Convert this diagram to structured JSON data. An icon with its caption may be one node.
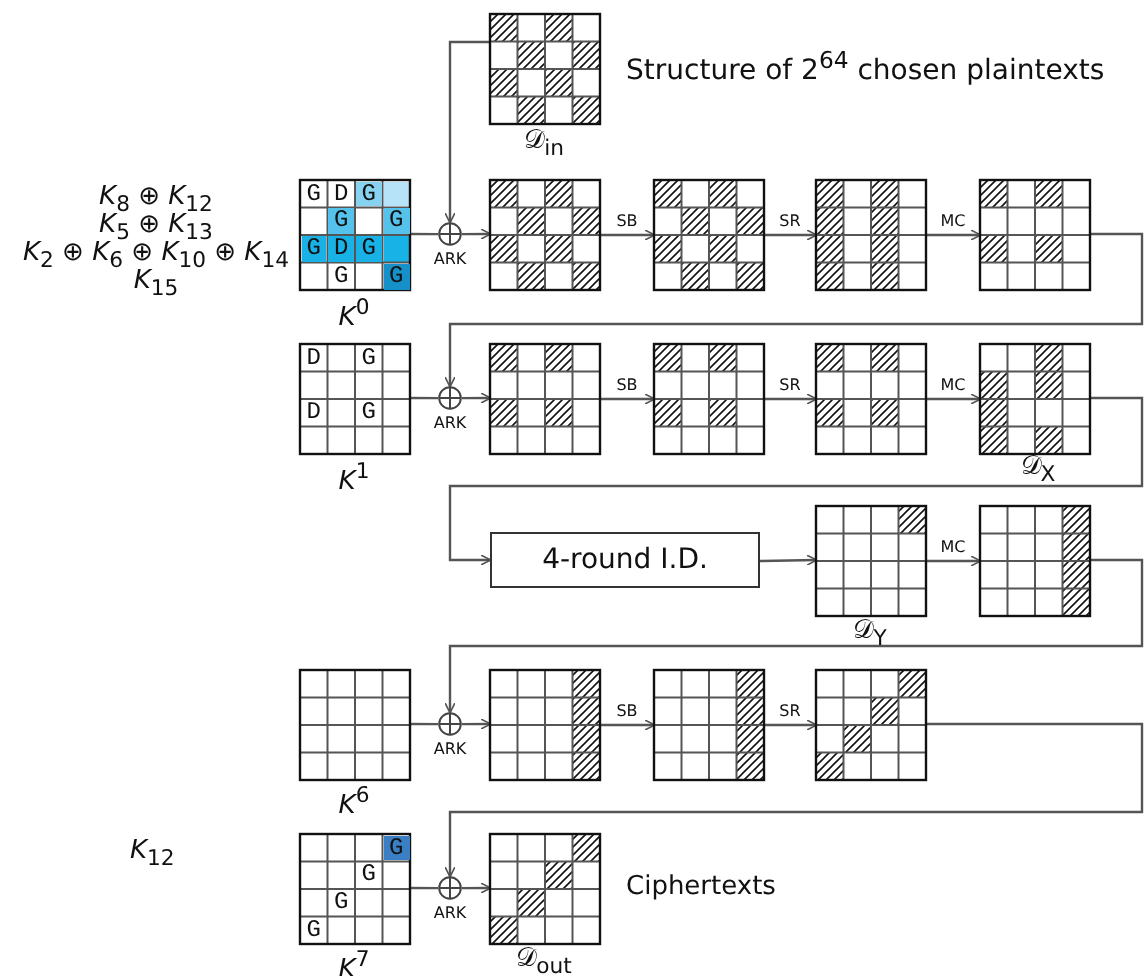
{
  "diagram": {
    "nodes": [
      {
        "text": [],
        "shape": "grid",
        "beside": [
          "𝒟$_{in}$"
        ]
      },
      {
        "text": [
          "G",
          "D",
          "G",
          "G",
          "G",
          "G",
          "D",
          "G",
          "G",
          "G"
        ],
        "beside": [
          "*K*$^{0}$"
        ]
      },
      {
        "text": [],
        "shape": "circle",
        "beside": [
          "ARK"
        ]
      },
      {
        "text": [],
        "shape": "grid"
      },
      {
        "text": [],
        "shape": "grid"
      },
      {
        "text": [],
        "shape": "grid"
      },
      {
        "text": [],
        "shape": "grid"
      },
      {
        "text": [
          "D",
          "G",
          "D",
          "G"
        ],
        "beside": [
          "*K*$^{1}$"
        ]
      },
      {
        "text": [],
        "shape": "circle",
        "beside": [
          "ARK"
        ]
      },
      {
        "text": [],
        "shape": "grid"
      },
      {
        "text": [],
        "shape": "grid"
      },
      {
        "text": [],
        "shape": "grid"
      },
      {
        "text": [],
        "shape": "grid",
        "beside": [
          "𝒟$_{X}$"
        ]
      },
      {
        "text": [
          "4-round I.D."
        ]
      },
      {
        "text": [],
        "shape": "grid",
        "beside": [
          "𝒟$_{Y}$"
        ]
      },
      {
        "text": [],
        "shape": "grid"
      },
      {
        "text": [],
        "shape": "grid",
        "beside": [
          "*K*$^{6}$"
        ]
      },
      {
        "text": [],
        "shape": "circle",
        "beside": [
          "ARK"
        ]
      },
      {
        "text": [],
        "shape": "grid"
      },
      {
        "text": [],
        "shape": "grid"
      },
      {
        "text": [],
        "shape": "grid"
      },
      {
        "text": [
          "G",
          "G",
          "G",
          "G"
        ],
        "beside": [
          "*K*$^{7}$"
        ]
      },
      {
        "text": [],
        "shape": "circle",
        "beside": [
          "ARK"
        ]
      },
      {
        "text": [],
        "shape": "grid",
        "beside": [
          "𝒟$_{out}$"
        ]
      }
    ],
    "edges": [
      {
        "from": 0,
        "to": 2,
        "arrow": "to"
      },
      {
        "from": 1,
        "to": 2,
        "arrow": "none"
      },
      {
        "from": 2,
        "to": 3,
        "arrow": "to"
      },
      {
        "from": 3,
        "to": 4,
        "arrow": "to",
        "label": "SB"
      },
      {
        "from": 4,
        "to": 5,
        "arrow": "to",
        "label": "SR"
      },
      {
        "from": 5,
        "to": 6,
        "arrow": "to",
        "label": "MC"
      },
      {
        "from": 6,
        "to": 8,
        "arrow": "to"
      },
      {
        "from": 7,
        "to": 8,
        "arrow": "none"
      },
      {
        "from": 8,
        "to": 9,
        "arrow": "to"
      },
      {
        "from": 9,
        "to": 10,
        "arrow": "to",
        "label": "SB"
      },
      {
        "from": 10,
        "to": 11,
        "arrow": "to",
        "label": "SR"
      },
      {
        "from": 11,
        "to": 12,
        "arrow": "to",
        "label": "MC"
      },
      {
        "from": 12,
        "to": 13,
        "arrow": "to"
      },
      {
        "from": 13,
        "to": 14,
        "arrow": "to"
      },
      {
        "from": 14,
        "to": 15,
        "arrow": "to",
        "label": "MC"
      },
      {
        "from": 15,
        "to": 17,
        "arrow": "to"
      },
      {
        "from": 16,
        "to": 17,
        "arrow": "none"
      },
      {
        "from": 17,
        "to": 18,
        "arrow": "to"
      },
      {
        "from": 18,
        "to": 19,
        "arrow": "to",
        "label": "SB"
      },
      {
        "from": 19,
        "to": 20,
        "arrow": "to",
        "label": "SR"
      },
      {
        "from": 20,
        "to": 22,
        "arrow": "to"
      },
      {
        "from": 21,
        "to": 22,
        "arrow": "none"
      },
      {
        "from": 22,
        "to": 23,
        "arrow": "to"
      }
    ],
    "labels": [
      "Structure of 2$^{64}$ chosen plaintexts",
      "*K*$_{8}$ ⊕ *K*$_{12}$",
      "*K*$_{5}$ ⊕ *K*$_{13}$",
      "*K*$_{2}$ ⊕ *K*$_{6}$ ⊕ *K*$_{10}$ ⊕ *K*$_{14}$",
      "*K*$_{15}$",
      "*K*$_{12}$",
      "Ciphertexts"
    ]
  }
}
